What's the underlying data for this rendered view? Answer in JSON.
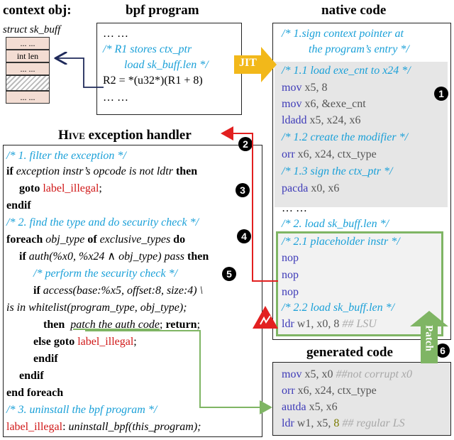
{
  "context_obj": {
    "title": "context obj:",
    "struct_name": "struct sk_buff",
    "cells": [
      "... ...",
      "int len",
      "... ...",
      "",
      "... ..."
    ]
  },
  "bpf_program": {
    "title": "bpf program",
    "lines": [
      "… …",
      "/* R1 stores ctx_ptr",
      "load sk_buff.len */",
      "R2 = *(u32*)(R1 + 8)",
      "… …"
    ]
  },
  "native_code": {
    "title": "native code",
    "c1": "/* 1.sign context pointer at",
    "c1b": "the program’s entry */",
    "c11": "/* 1.1 load exe_cnt to x24 */",
    "mov1_op": "mov",
    "mov1_args": "x5, 8",
    "mov2_op": "mov",
    "mov2_args": "x6, &exe_cnt",
    "ldadd_op": "ldadd",
    "ldadd_args": "x5, x24, x6",
    "c12": "/* 1.2 create the modifier */",
    "orr_op": "orr",
    "orr_args": "x6, x24, ctx_type",
    "c13": "/* 1.3 sign the ctx_ptr */",
    "pacda_op": "pacda",
    "pacda_args": "x0, x6",
    "dots": "… …",
    "c2": "/* 2. load sk_buff.len */",
    "c21": "/* 2.1 placeholder instr */",
    "nop": "nop",
    "c22": "/* 2.2 load sk_buff.len */",
    "ldr_op": "ldr",
    "ldr_args": "w1, x0, 8",
    "ldr_cmt": "## LSU"
  },
  "handler": {
    "title_hive": "Hive",
    "title_rest": " exception handler",
    "c1": "/* 1. filter the exception */",
    "if_kw": "if",
    "if_text": "exception instr’s opcode is not ldtr",
    "then_kw": "then",
    "goto_kw": "goto",
    "label_illegal": "label_illegal",
    "semi": ";",
    "endif": "endif",
    "c2": "/* 2. find the type and do security check */",
    "foreach_kw": "foreach",
    "obj_type": "obj_type",
    "of_kw": "of",
    "excl": "exclusive_types",
    "do_kw": "do",
    "auth_text": "auth(%x0, %x24 ∧ obj_type) pass",
    "c_perform": "/* perform the security check */",
    "access_text": "access(base:%x5, offset:8, size:4) \\",
    "whitelist_text": "is in whitelist(program_type, obj_type);",
    "patch_text": "patch the auth code",
    "return_kw": "return",
    "else_kw": "else goto",
    "end_foreach": "end foreach",
    "c3": "/* 3. uninstall the bpf program */",
    "label_colon": "label_illegal",
    "uninstall": "uninstall_bpf(this_program);"
  },
  "generated_code": {
    "title": "generated code",
    "l1_op": "mov",
    "l1_args": "x5, x0",
    "l1_cmt": "##not corrupt x0",
    "l2_op": "orr",
    "l2_args": "x6, x24, ctx_type",
    "l3_op": "autda",
    "l3_args": "x5, x6",
    "l4_op": "ldr",
    "l4_args": "w1, x5,",
    "l4_num": "8",
    "l4_cmt": "## regular LS"
  },
  "labels": {
    "jit": "JIT",
    "patch": "Patch"
  },
  "steps": [
    "1",
    "2",
    "3",
    "4",
    "5",
    "6"
  ],
  "colors": {
    "comment": "#1aa0d8",
    "instr": "#3d3ab8",
    "keyword_red": "#d01818",
    "green": "#7fb564",
    "jit": "#f2b81a",
    "shade": "#e6e6e6",
    "mem_cell": "#f3ddd3"
  }
}
